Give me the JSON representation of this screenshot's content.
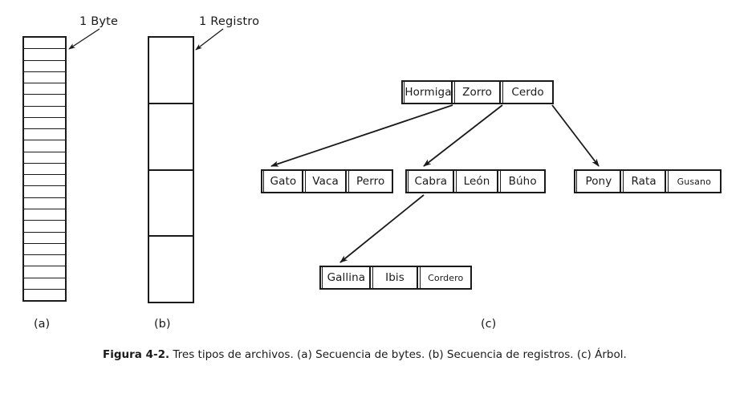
{
  "figure": {
    "caption_label": "Figura 4-2.",
    "caption_text": " Tres tipos de archivos. (a) Secuencia de bytes. (b) Secuencia de registros. (c) Árbol."
  },
  "part_a": {
    "label": "(a)",
    "callout": "1 Byte",
    "cell_count": 23,
    "description": "Secuencia de bytes"
  },
  "part_b": {
    "label": "(b)",
    "callout": "1 Registro",
    "cell_count": 4,
    "description": "Secuencia de registros"
  },
  "part_c": {
    "label": "(c)",
    "description": "Árbol",
    "nodes": {
      "root": {
        "name": "root-node",
        "cells": [
          {
            "text": "Hormiga",
            "width": 62,
            "small": false
          },
          {
            "text": "Zorro",
            "width": 62,
            "small": false
          },
          {
            "text": "Cerdo",
            "width": 66,
            "small": false
          }
        ]
      },
      "left": {
        "name": "left-node",
        "cells": [
          {
            "text": "Gato",
            "width": 52,
            "small": false
          },
          {
            "text": "Vaca",
            "width": 56,
            "small": false
          },
          {
            "text": "Perro",
            "width": 57,
            "small": false
          }
        ]
      },
      "middle": {
        "name": "middle-node",
        "cells": [
          {
            "text": "Cabra",
            "width": 60,
            "small": false
          },
          {
            "text": "León",
            "width": 57,
            "small": false
          },
          {
            "text": "Búho",
            "width": 58,
            "small": false
          }
        ]
      },
      "right": {
        "name": "right-node",
        "cells": [
          {
            "text": "Pony",
            "width": 58,
            "small": false
          },
          {
            "text": "Rata",
            "width": 57,
            "small": false
          },
          {
            "text": "Gusano",
            "width": 69,
            "small": true
          }
        ]
      },
      "bottom": {
        "name": "bottom-node",
        "cells": [
          {
            "text": "Gallina",
            "width": 63,
            "small": false
          },
          {
            "text": "Ibis",
            "width": 61,
            "small": false
          },
          {
            "text": "Cordero",
            "width": 66,
            "small": true
          }
        ]
      }
    }
  },
  "colors": {
    "ink": "#1a1a1a",
    "paper": "#ffffff"
  }
}
